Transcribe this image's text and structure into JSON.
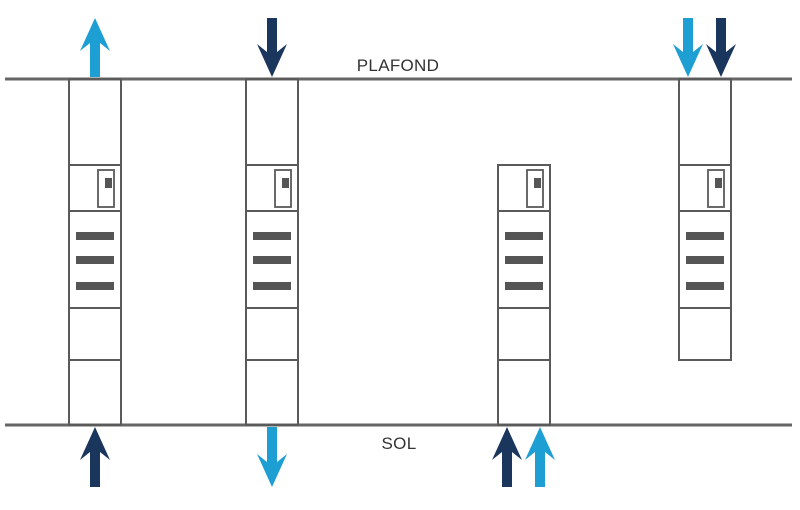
{
  "labels": {
    "ceiling": "PLAFOND",
    "floor": "SOL"
  },
  "colors": {
    "line": "#666666",
    "outline": "#5a5a5a",
    "bar": "#555555",
    "light_blue": "#1e9fd4",
    "dark_blue": "#1b365d",
    "background": "#ffffff"
  },
  "columns": [
    {
      "id": "column-1",
      "mounting": "floor-to-ceiling",
      "arrows": [
        {
          "position": "top",
          "direction": "up",
          "color": "light_blue"
        },
        {
          "position": "bottom",
          "direction": "up",
          "color": "dark_blue"
        }
      ]
    },
    {
      "id": "column-2",
      "mounting": "floor-to-ceiling",
      "arrows": [
        {
          "position": "top",
          "direction": "down",
          "color": "dark_blue"
        },
        {
          "position": "bottom",
          "direction": "down",
          "color": "light_blue"
        }
      ]
    },
    {
      "id": "column-3",
      "mounting": "floor",
      "arrows": [
        {
          "position": "bottom",
          "direction": "up",
          "color": "dark_blue"
        },
        {
          "position": "bottom",
          "direction": "up",
          "color": "light_blue"
        }
      ]
    },
    {
      "id": "column-4",
      "mounting": "ceiling",
      "arrows": [
        {
          "position": "top",
          "direction": "down",
          "color": "light_blue"
        },
        {
          "position": "top",
          "direction": "down",
          "color": "dark_blue"
        }
      ]
    }
  ]
}
